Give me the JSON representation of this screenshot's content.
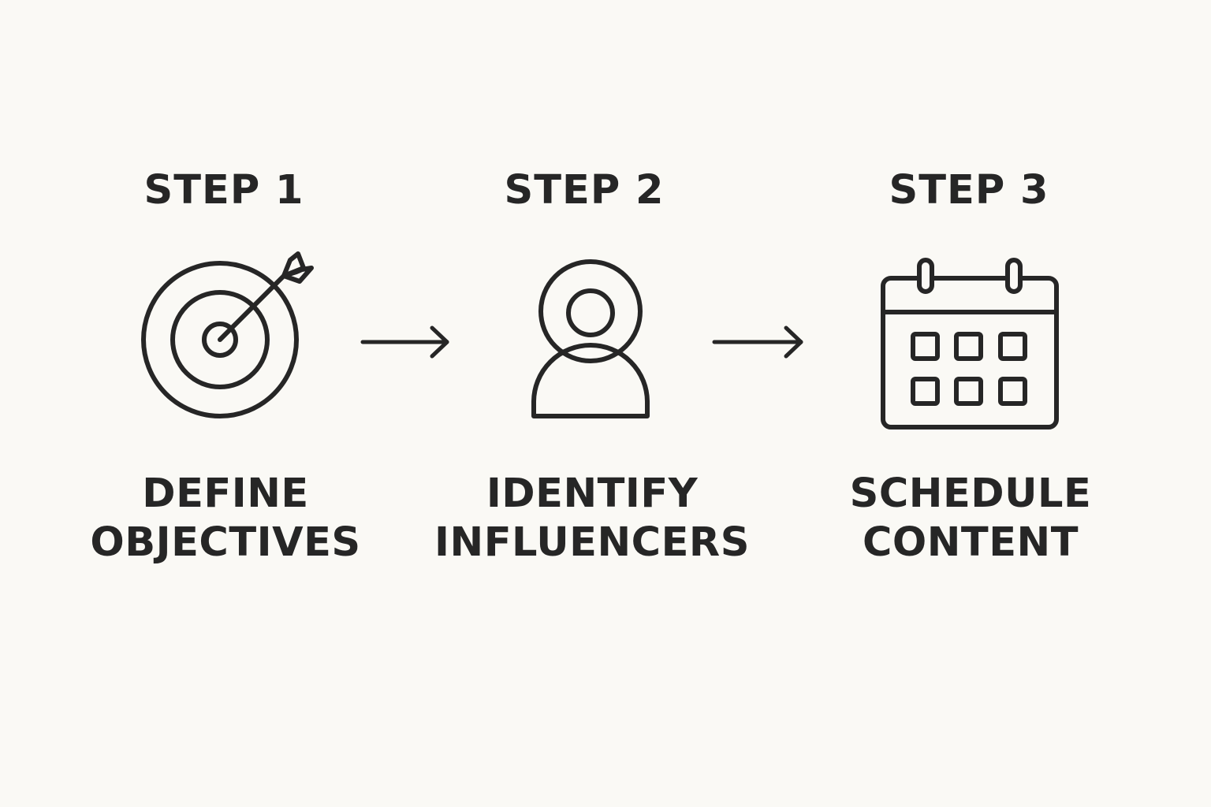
{
  "colors": {
    "background": "#faf9f5",
    "ink": "#262626"
  },
  "steps": [
    {
      "title": "STEP 1",
      "label_line1": "DEFINE",
      "label_line2": "OBJECTIVES",
      "icon": "target-arrow-icon"
    },
    {
      "title": "STEP 2",
      "label_line1": "IDENTIFY",
      "label_line2": "INFLUENCERS",
      "icon": "person-icon"
    },
    {
      "title": "STEP 3",
      "label_line1": "SCHEDULE",
      "label_line2": "CONTENT",
      "icon": "calendar-icon"
    }
  ],
  "connectors": [
    {
      "icon": "arrow-right-icon"
    },
    {
      "icon": "arrow-right-icon"
    }
  ]
}
